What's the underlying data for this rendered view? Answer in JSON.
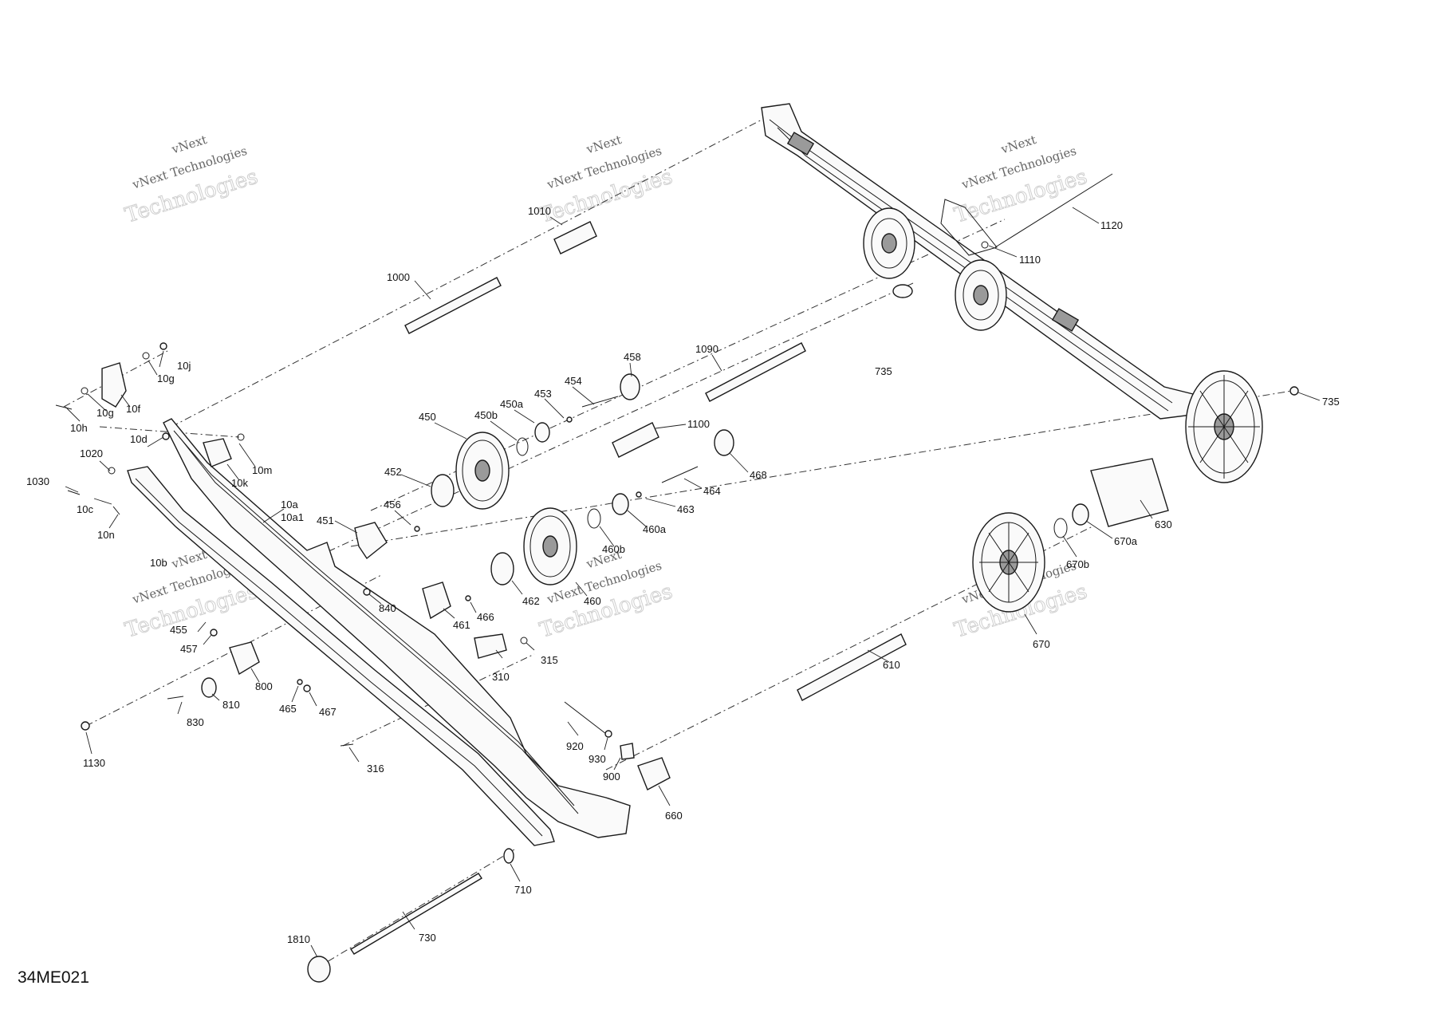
{
  "diagram_code": "34ME021",
  "watermark": {
    "line1": "vNext",
    "line2": "vNext Technologies",
    "line3": "Technologies"
  },
  "labels": {
    "l1010": "1010",
    "l1000": "1000",
    "l1120": "1120",
    "l1110": "1110",
    "l735a": "735",
    "l735b": "735",
    "l1090": "1090",
    "l1100": "1100",
    "l458": "458",
    "l454": "454",
    "l453": "453",
    "l450a": "450a",
    "l450b": "450b",
    "l450": "450",
    "l452": "452",
    "l456": "456",
    "l451": "451",
    "l468": "468",
    "l464": "464",
    "l463": "463",
    "l460a": "460a",
    "l460b": "460b",
    "l462": "462",
    "l460": "460",
    "l461": "461",
    "l466": "466",
    "l630": "630",
    "l670a": "670a",
    "l670b": "670b",
    "l670": "670",
    "l610": "610",
    "l10j": "10j",
    "l10g1": "10g",
    "l10f": "10f",
    "l10g2": "10g",
    "l10h": "10h",
    "l10d": "10d",
    "l10m": "10m",
    "l10k": "10k",
    "l1020": "1020",
    "l1030": "1030",
    "l10c": "10c",
    "l10n": "10n",
    "l10a": "10a",
    "l10a1": "10a1",
    "l10b": "10b",
    "l840": "840",
    "l455": "455",
    "l457": "457",
    "l800": "800",
    "l810": "810",
    "l830": "830",
    "l465": "465",
    "l467": "467",
    "l1130": "1130",
    "l310": "310",
    "l315": "315",
    "l316": "316",
    "l920": "920",
    "l930": "930",
    "l900": "900",
    "l660": "660",
    "l710": "710",
    "l730": "730",
    "l1810": "1810"
  }
}
